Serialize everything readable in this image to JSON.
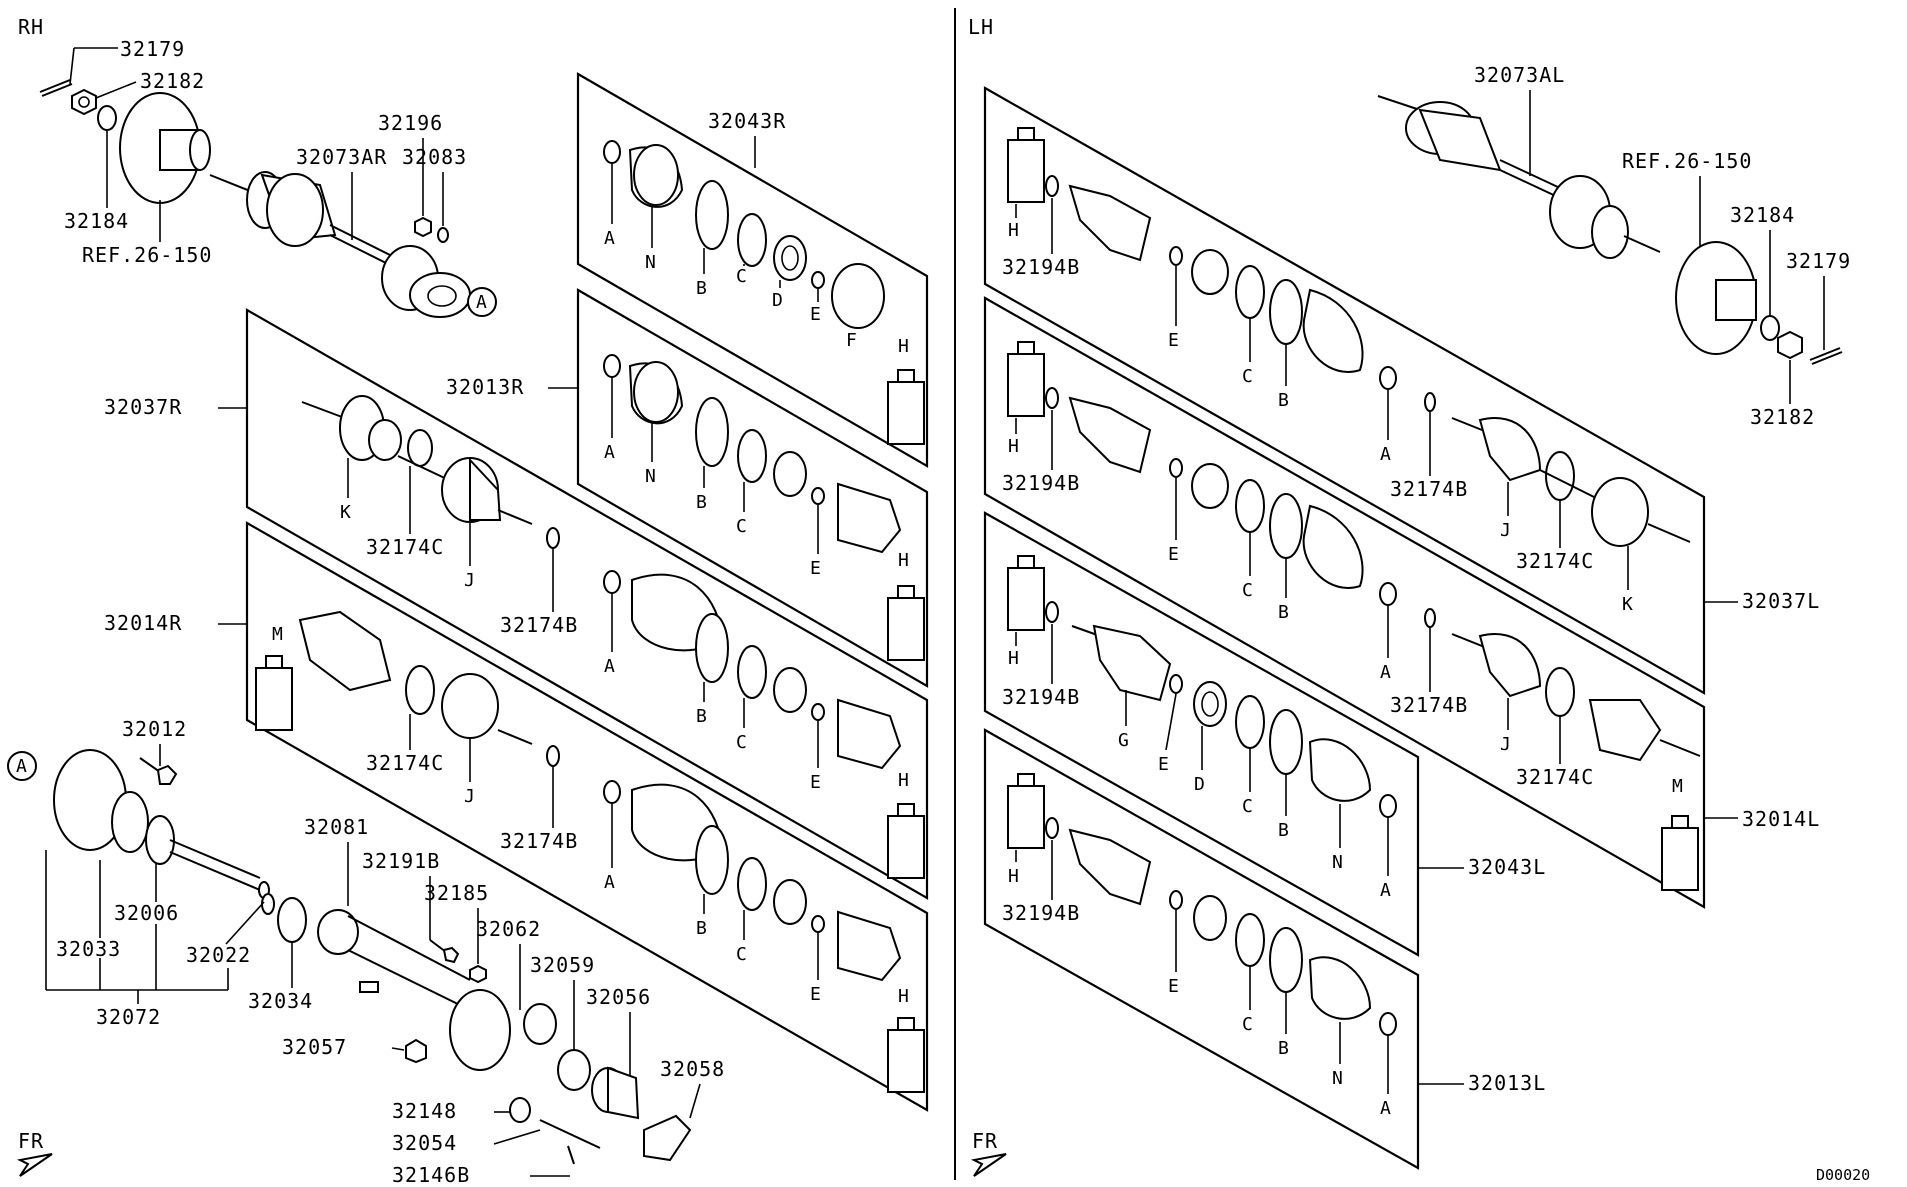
{
  "sections": {
    "rh": "RH",
    "lh": "LH"
  },
  "front_marker": "FR",
  "diagram_code": "D00020",
  "callout": "A",
  "ref": "REF.26-150",
  "rh_labels": {
    "p32179": "32179",
    "p32182": "32182",
    "p32184": "32184",
    "p32073AR": "32073AR",
    "p32196": "32196",
    "p32083": "32083",
    "p32043R": "32043R",
    "p32013R": "32013R",
    "p32037R": "32037R",
    "p32014R": "32014R",
    "p32174C_1": "32174C",
    "p32174C_2": "32174C",
    "p32174B_1": "32174B",
    "p32174B_2": "32174B",
    "p32012": "32012",
    "p32033": "32033",
    "p32006": "32006",
    "p32022": "32022",
    "p32072": "32072",
    "p32034": "32034",
    "p32081": "32081",
    "p32191B": "32191B",
    "p32185": "32185",
    "p32062": "32062",
    "p32059": "32059",
    "p32056": "32056",
    "p32057": "32057",
    "p32148": "32148",
    "p32054": "32054",
    "p32146B": "32146B",
    "p32058": "32058"
  },
  "lh_labels": {
    "p32073AL": "32073AL",
    "p32184": "32184",
    "p32179": "32179",
    "p32182": "32182",
    "p32194B_1": "32194B",
    "p32194B_2": "32194B",
    "p32194B_3": "32194B",
    "p32194B_4": "32194B",
    "p32174B_1": "32174B",
    "p32174B_2": "32174B",
    "p32174C_1": "32174C",
    "p32174C_2": "32174C",
    "p32037L": "32037L",
    "p32014L": "32014L",
    "p32043L": "32043L",
    "p32013L": "32013L"
  },
  "letters": {
    "A": "A",
    "B": "B",
    "C": "C",
    "D": "D",
    "E": "E",
    "F": "F",
    "G": "G",
    "H": "H",
    "J": "J",
    "K": "K",
    "M": "M",
    "N": "N"
  }
}
